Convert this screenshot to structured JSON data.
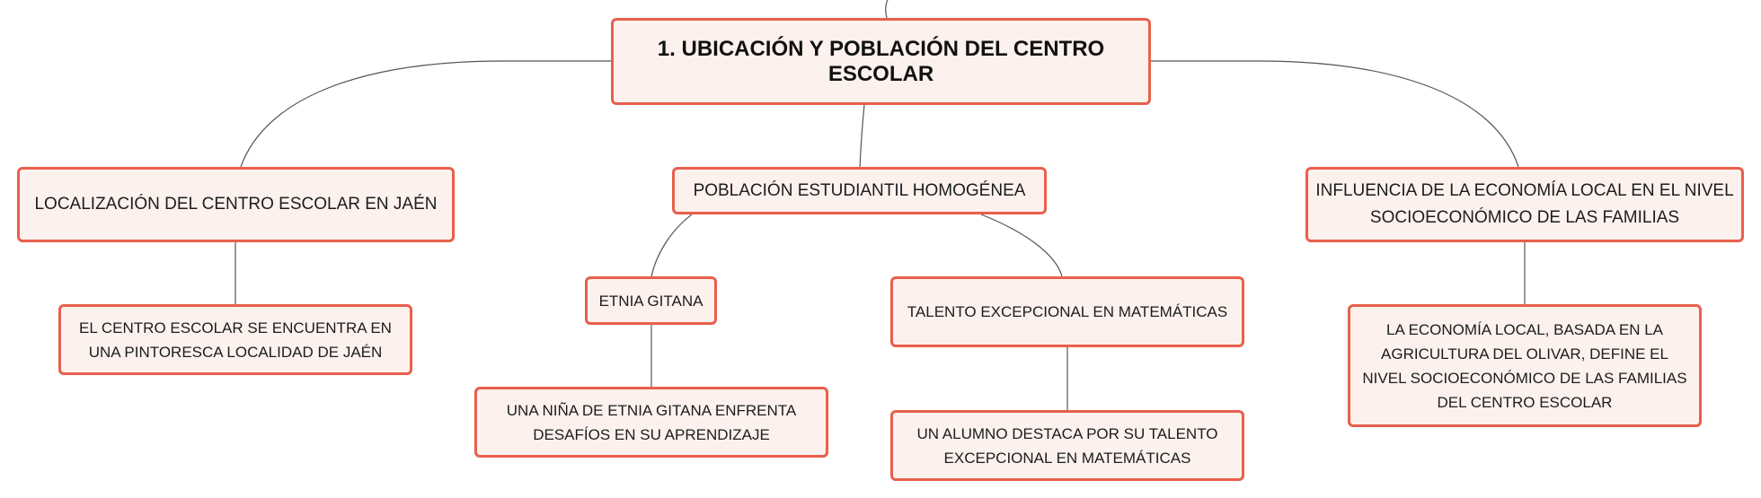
{
  "map": {
    "root": {
      "label": "1. UBICACIÓN Y POBLACIÓN DEL CENTRO ESCOLAR"
    },
    "localizacion": {
      "label": "LOCALIZACIÓN DEL CENTRO ESCOLAR EN JAÉN",
      "detail": "EL CENTRO ESCOLAR SE ENCUENTRA EN UNA PINTORESCA LOCALIDAD DE JAÉN"
    },
    "poblacion": {
      "label": "POBLACIÓN ESTUDIANTIL HOMOGÉNEA",
      "etnia": {
        "label": "ETNIA GITANA",
        "detail": "UNA NIÑA DE ETNIA GITANA ENFRENTA DESAFÍOS EN SU APRENDIZAJE"
      },
      "talento": {
        "label": "TALENTO EXCEPCIONAL EN MATEMÁTICAS",
        "detail": "UN ALUMNO DESTACA POR SU TALENTO EXCEPCIONAL EN MATEMÁTICAS"
      }
    },
    "influencia": {
      "label": "INFLUENCIA DE LA ECONOMÍA LOCAL EN EL NIVEL SOCIOECONÓMICO DE LAS FAMILIAS",
      "detail": "LA ECONOMÍA LOCAL, BASADA EN LA AGRICULTURA DEL OLIVAR, DEFINE EL NIVEL SOCIOECONÓMICO DE LAS FAMILIAS DEL CENTRO ESCOLAR"
    }
  },
  "colors": {
    "node_border": "#e8604c",
    "node_fill": "#fdf1ee",
    "connector": "#555555"
  }
}
